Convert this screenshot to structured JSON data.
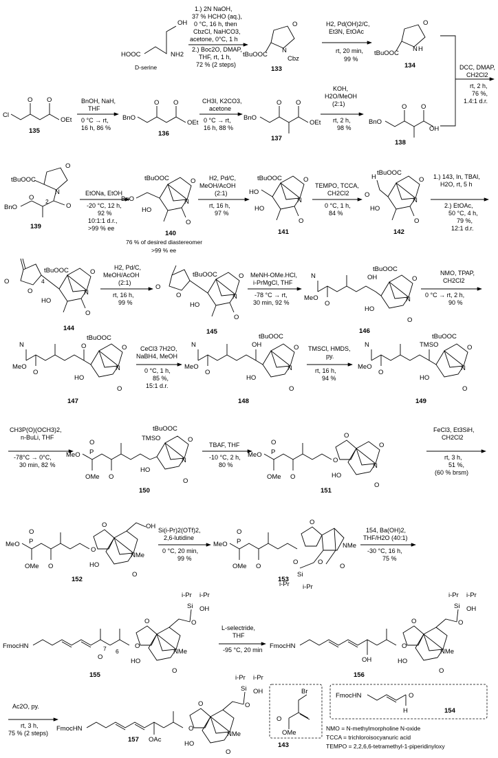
{
  "compounds": {
    "dserine": "D-serine",
    "c133": "133",
    "c134": "134",
    "c135": "135",
    "c136": "136",
    "c137": "137",
    "c138": "138",
    "c139": "139",
    "c140": "140",
    "c141": "141",
    "c142": "142",
    "c143": "143",
    "c144": "144",
    "c145": "145",
    "c146": "146",
    "c147": "147",
    "c148": "148",
    "c149": "149",
    "c150": "150",
    "c151": "151",
    "c152": "152",
    "c153": "153",
    "c154": "154",
    "c155": "155",
    "c156": "156",
    "c157": "157"
  },
  "conditions": {
    "s1": [
      "1.) 2N NaOH,",
      "37 % HCHO (aq.),",
      "0 °C, 16 h, then",
      "CbzCl, NaHCO3,",
      "acetone, 0°C, 1 h",
      "2.) Boc2O, DMAP,",
      "THF, rt, 1 h,",
      "72 % (2 steps)"
    ],
    "s2_above": [
      "H2, Pd(OH)2/C,",
      "Et3N, EtOAc"
    ],
    "s2_below": [
      "rt, 20 min,",
      "99 %"
    ],
    "s3_above": [
      "BnOH, NaH,",
      "THF"
    ],
    "s3_below": [
      "0 °C → rt,",
      "16 h, 86 %"
    ],
    "s4_above": [
      "CH3I, K2CO3,",
      "acetone"
    ],
    "s4_below": [
      "0 °C → rt,",
      "16 h, 88 %"
    ],
    "s5_above": [
      "KOH,",
      "H2O/MeOH",
      "(2:1)"
    ],
    "s5_below": [
      "rt, 2 h,",
      "98 %"
    ],
    "s6_above": [
      "DCC, DMAP,",
      "CH2Cl2"
    ],
    "s6_below": [
      "rt, 2 h,",
      "76 %,",
      "1.4:1 d.r."
    ],
    "s7_above": [
      "EtONa, EtOH"
    ],
    "s7_below": [
      "-20 °C, 12 h,",
      "92 %",
      "10:1:1 d.r.,",
      ">99 % ee"
    ],
    "s8_above": [
      "H2, Pd/C,",
      "MeOH/AcOH",
      "(2:1)"
    ],
    "s8_below": [
      "rt, 16 h,",
      "97 %"
    ],
    "s9_above": [
      "TEMPO, TCCA,",
      "CH2Cl2"
    ],
    "s9_below": [
      "0 °C, 1 h,",
      "84 %"
    ],
    "s10_above": [
      "1.) 143, In, TBAI,",
      "H2O, rt, 5 h"
    ],
    "s10_below": [
      "2.) EtOAc,",
      "50 °C, 4 h,",
      "79 %,",
      "12:1 d.r."
    ],
    "s11_above": [
      "H2, Pd/C,",
      "MeOH/AcOH",
      "(2:1)"
    ],
    "s11_below": [
      "rt, 16 h,",
      "99 %"
    ],
    "s12_above": [
      "MeNH-OMe.HCl,",
      "i-PrMgCl, THF"
    ],
    "s12_below": [
      "-78 °C → rt,",
      "30 min, 92 %"
    ],
    "s13_above": [
      "NMO, TPAP,",
      "CH2Cl2"
    ],
    "s13_below": [
      "0 °C → rt, 2 h,",
      "90 %"
    ],
    "s14_above": [
      "CeCl3 7H2O,",
      "NaBH4, MeOH"
    ],
    "s14_below": [
      "0 °C, 1 h,",
      "85 %,",
      "15:1 d.r."
    ],
    "s15_above": [
      "TMSCl, HMDS,",
      "py."
    ],
    "s15_below": [
      "rt, 16 h,",
      "94 %"
    ],
    "s16_above": [
      "CH3P(O)(OCH3)2,",
      "n-BuLi, THF"
    ],
    "s16_below": [
      "-78°C → 0°C,",
      "30 min, 82 %"
    ],
    "s17_above": [
      "TBAF, THF"
    ],
    "s17_below": [
      "-10 °C, 2 h,",
      "80 %"
    ],
    "s18_above": [
      "FeCl3, Et3SiH,",
      "CH2Cl2"
    ],
    "s18_below": [
      "rt, 3 h,",
      "51 %,",
      "(60 % brsm)"
    ],
    "s19_above": [
      "Si(i-Pr)2(OTf)2,",
      "2,6-lutidine"
    ],
    "s19_below": [
      "0 °C, 20 min,",
      "99 %"
    ],
    "s20_above": [
      "154, Ba(OH)2,",
      "THF/H2O (40:1)"
    ],
    "s20_below": [
      "-30 °C, 16 h,",
      "75 %"
    ],
    "s21_above": [
      "L-selectride,",
      "THF"
    ],
    "s21_below": [
      "-95 °C, 20 min"
    ],
    "s22_above": [
      "Ac2O, py."
    ],
    "s22_below": [
      "rt, 3 h,",
      "75 % (2 steps)"
    ]
  },
  "desired_note": [
    "76 % of desired diastereomer",
    ">99 % ee"
  ],
  "atoms": {
    "tbuooc": "tBuOOC",
    "cbz": "Cbz",
    "oet": "OEt",
    "bno": "BnO",
    "cl": "Cl",
    "oh": "OH",
    "nh2": "NH2",
    "hooc": "HOOC",
    "n": "N",
    "o": "O",
    "h": "H",
    "ho": "HO",
    "meo": "MeO",
    "ome": "OMe",
    "tmso": "TMSO",
    "nme": "NMe",
    "fmochn": "FmocHN",
    "oac": "OAc",
    "ipr": "i-Pr",
    "si": "Si",
    "br": "Br",
    "p": "P",
    "nh": "N"
  },
  "legend": [
    "NMO = N-methylmorpholine N-oxide",
    "TCCA = trichloroisocyanuric acid",
    "TEMPO = 2,2,6,6-tetramethyl-1-piperidinyloxy"
  ]
}
